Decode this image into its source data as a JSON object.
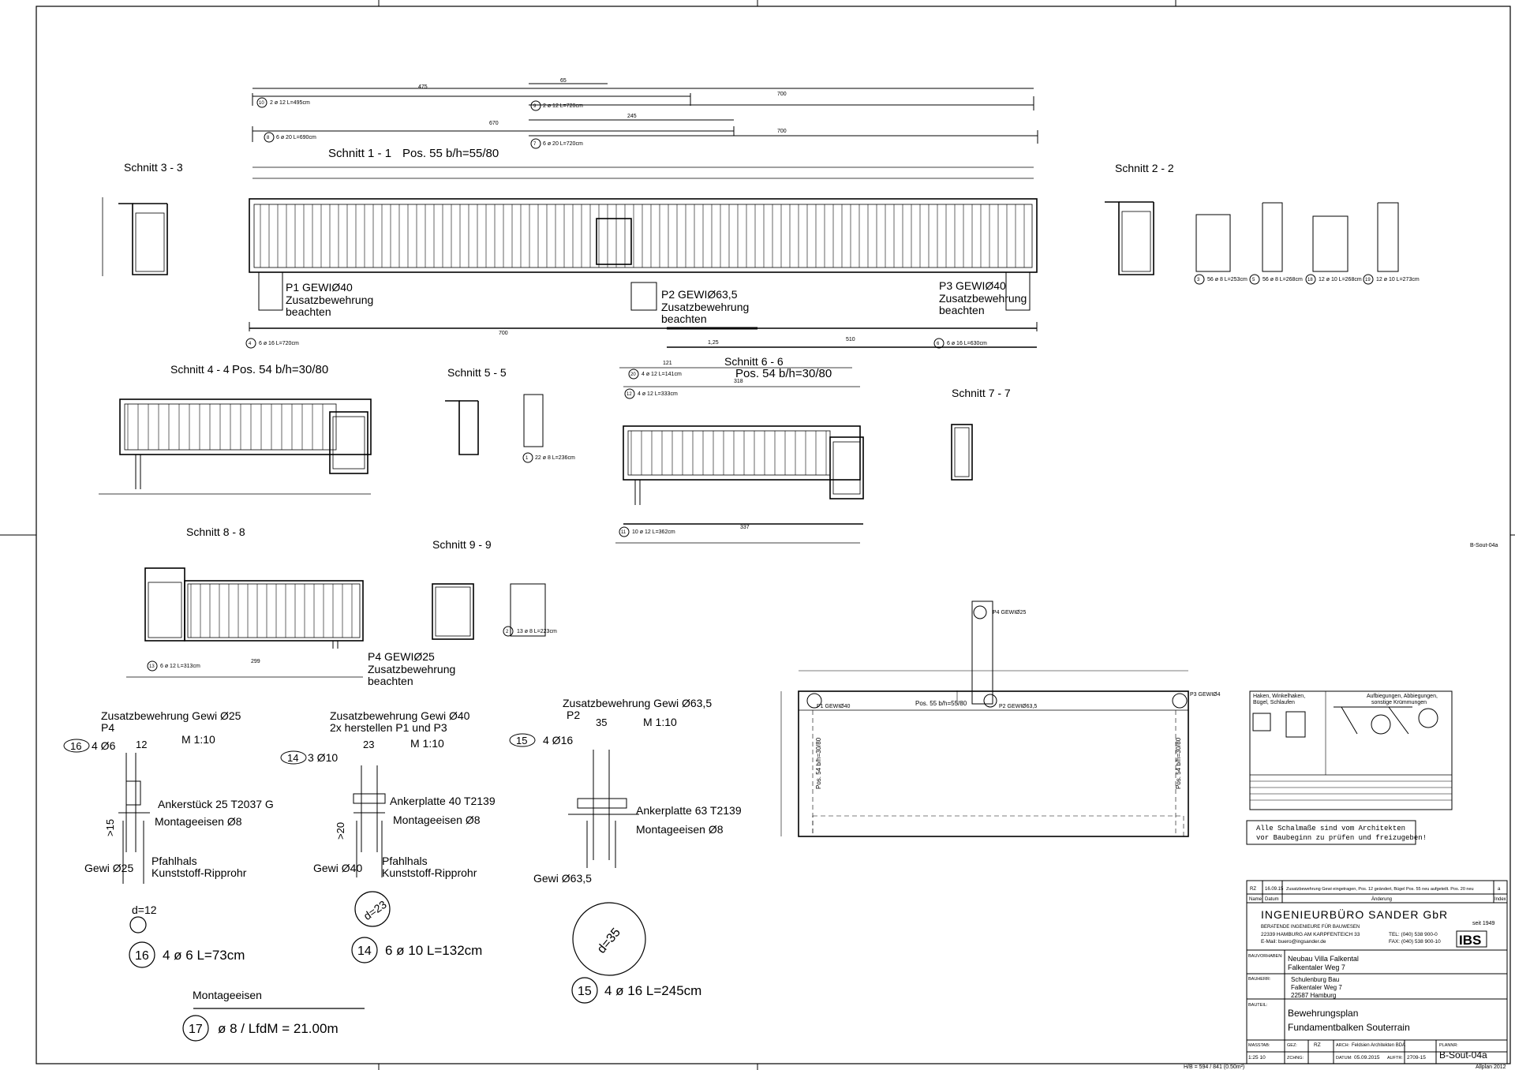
{
  "sections": {
    "s1": "Schnitt 1 - 1",
    "s1_pos": "Pos. 55 b/h=55/80",
    "s2": "Schnitt 2 - 2",
    "s3": "Schnitt 3 - 3",
    "s4": "Schnitt 4 - 4",
    "s4_pos": "Pos. 54 b/h=30/80",
    "s5": "Schnitt 5 - 5",
    "s6": "Schnitt 6 - 6",
    "s6_pos": "Pos. 54 b/h=30/80",
    "s7": "Schnitt 7 - 7",
    "s8": "Schnitt 8 - 8",
    "s9": "Schnitt 9 - 9"
  },
  "bars_top": {
    "b10_id": "10",
    "b10": "2 ø 12 L=495cm",
    "b9_id": "9",
    "b9": "2 ø 12 L=720cm",
    "b8_id": "8",
    "b8": "6 ø 20 L=690cm",
    "b7_id": "7",
    "b7": "6 ø 20 L=720cm",
    "dim_475": "475",
    "dim_700a": "700",
    "dim_670": "670",
    "dim_700b": "700",
    "dim_65": "65",
    "dim_245": "245"
  },
  "piles": {
    "p1a": "P1 GEWIØ40",
    "p1b": "Zusatzbewehrung",
    "p1c": "beachten",
    "p2a": "P2 GEWIØ63,5",
    "p2b": "Zusatzbewehrung",
    "p2c": "beachten",
    "p3a": "P3 GEWIØ40",
    "p3b": "Zusatzbewehrung",
    "p3c": "beachten",
    "p4a": "P4 GEWIØ25",
    "p4b": "Zusatzbewehrung",
    "p4c": "beachten"
  },
  "bars_bottom": {
    "b4_id": "4",
    "b4": "6 ø 16 L=720cm",
    "b6_id": "6",
    "b6": "6 ø 16 L=630cm",
    "dim_700": "700",
    "dim_510": "510",
    "dim_125": "1,25"
  },
  "stirrups": {
    "s3_id": "3",
    "s3": "56 ø 8 L=253cm",
    "s5_id": "5",
    "s5": "56 ø 8 L=268cm",
    "s18_id": "18",
    "s18": "12 ø 10 L=268cm",
    "s19_id": "19",
    "s19": "12 ø 10 L=273cm"
  },
  "mid": {
    "b1_id": "1",
    "b1": "22 ø 8 L=236cm",
    "b20_id": "20",
    "b20": "4 ø 12 L=141cm",
    "b12_id": "12",
    "b12": "4 ø 12 L=333cm",
    "b11_id": "11",
    "b11": "10 ø 12 L=362cm",
    "b13_id": "13",
    "b13": "6 ø 12 L=313cm",
    "b2_id": "2",
    "b2": "13 ø 8 L=223cm",
    "dim_337": "337",
    "dim_299": "299",
    "dim_121": "121",
    "dim_318": "318"
  },
  "details": {
    "d16_title1": "Zusatzbewehrung Gewi Ø25",
    "d16_title2": "P4",
    "d16_scale": "M 1:10",
    "d16_id": "16",
    "d16_bar": "4 Ø6",
    "d16_dim": "12",
    "d16_anchor": "Ankerstück 25 T2037 G",
    "d16_mont": "Montageeisen Ø8",
    "d16_gewi": "Gewi Ø25",
    "d16_pfahl1": "Pfahlhals",
    "d16_pfahl2": "Kunststoff-Ripprohr",
    "d16_min": ">15",
    "d14_title1": "Zusatzbewehrung Gewi Ø40",
    "d14_title2": "2x herstellen P1 und P3",
    "d14_scale": "M 1:10",
    "d14_id": "14",
    "d14_bar": "3 Ø10",
    "d14_dim": "23",
    "d14_anchor": "Ankerplatte 40 T2139",
    "d14_mont": "Montageeisen Ø8",
    "d14_gewi": "Gewi Ø40",
    "d14_pfahl1": "Pfahlhals",
    "d14_pfahl2": "Kunststoff-Ripprohr",
    "d14_min": ">20",
    "d15_title1": "Zusatzbewehrung Gewi Ø63,5",
    "d15_title2": "P2",
    "d15_scale": "M 1:10",
    "d15_id": "15",
    "d15_bar": "4 Ø16",
    "d15_dim": "35",
    "d15_anchor": "Ankerplatte 63 T2139",
    "d15_mont": "Montageeisen Ø8",
    "d15_gewi": "Gewi Ø63,5"
  },
  "bends": {
    "b16_d": "d=12",
    "b16_id": "16",
    "b16_txt": "4 ø 6 L=73cm",
    "b14_d": "d=23",
    "b14_id": "14",
    "b14_txt": "6 ø 10 L=132cm",
    "b15_d": "d=35",
    "b15_id": "15",
    "b15_txt": "4 ø 16 L=245cm",
    "mont_label": "Montageeisen",
    "b17_id": "17",
    "b17_txt": "ø 8 / LfdM = 21.00m"
  },
  "plan": {
    "p4": "P4 GEWIØ25",
    "p1": "P1 GEWIØ40",
    "p2": "P2 GEWIØ63,5",
    "p3": "P3 GEWIØ4",
    "pos55": "Pos. 55 b/h=55/80",
    "pos54l": "Pos. 54 b/h=30/80",
    "pos54r": "Pos. 54 b/h=30/80"
  },
  "notes": {
    "hooks1": "Haken, Winkelhaken,",
    "hooks2": "Bügel, Schlaufen",
    "bends1": "Aufbiegungen, Abbiegungen,",
    "bends2": "sonstige Krümmungen",
    "arch1": "Alle Schalmaße sind vom Architekten",
    "arch2": "vor Baubeginn zu prüfen und freizugeben!"
  },
  "title_block": {
    "rev_id": "RZ",
    "rev_date": "16.09.15",
    "rev_text": "Zusatzbewehrung Gewi eingetragen, Pos. 12 geändert, Bügel Pos. 55 neu aufgeteilt. Pos. 20 neu",
    "rev_idx": "a",
    "h_name": "Name",
    "h_datum": "Datum",
    "h_aenderung": "Änderung",
    "h_index": "Index",
    "firm": "INGENIEURBÜRO SANDER GbR",
    "since": "seit 1949",
    "firm_sub": "BERATENDE INGENIEURE FÜR BAUWESEN",
    "addr1": "22339 HAMBURG AM KARPFENTEICH 33",
    "addr2": "E-Mail: buero@ingsander.de",
    "tel": "TEL: (040) 538 900-0",
    "fax": "FAX: (040) 538 900-10",
    "logo": "IBS",
    "bv_label": "BAUVORHABEN:",
    "bv1": "Neubau Villa Falkental",
    "bv2": "Falkentaler Weg 7",
    "bh_label": "BAUHERR:",
    "bh1": "Schulenburg Bau",
    "bh2": "Falkentaler Weg 7",
    "bh3": "22587 Hamburg",
    "bt_label": "BAUTEIL:",
    "bt1": "Bewehrungsplan",
    "bt2": "Fundamentbalken Souterrain",
    "ms_label": "MASSTAB:",
    "ms": "1:25 10",
    "gez_label": "GEZ:",
    "gez": "RZ",
    "arch_label": "ARCH:",
    "arch": "Feldsien Architekten BDA",
    "plan_label": "PLANNR:",
    "plan": "B-Sout-04a",
    "zchg_label": "ZCHNG:",
    "datum_label": "DATUM:",
    "datum": "05.09.2015",
    "auftr_label": "AUFTR:",
    "auftr": "2709-15"
  },
  "footer": {
    "size": "H/B = 594 / 841 (0.50m²)",
    "software": "Allplan 2012",
    "sheet_code": "B-Sout-04a"
  }
}
